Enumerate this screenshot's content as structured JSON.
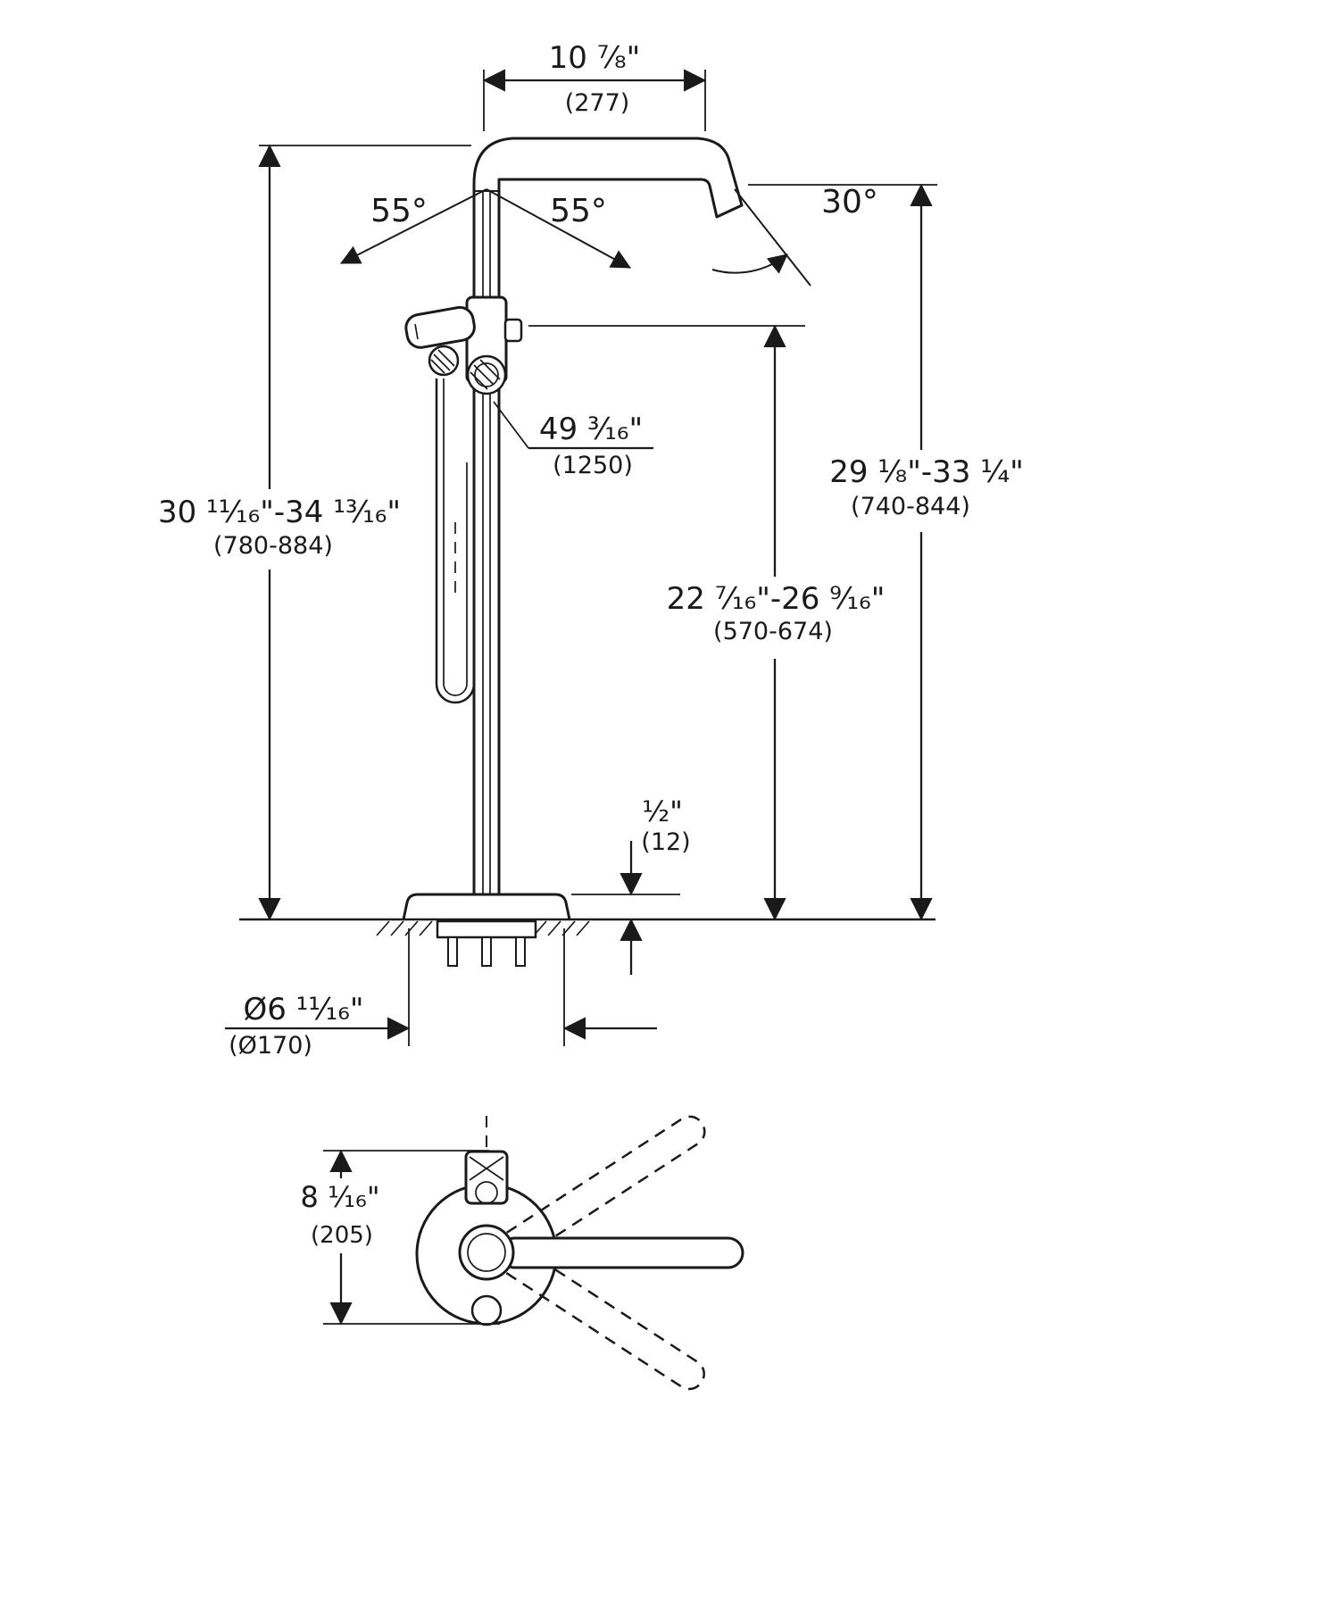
{
  "drawing": {
    "colors": {
      "line": "#1a1a1a",
      "background": "#ffffff"
    },
    "dims": {
      "spout_reach": {
        "imperial": "10 ⁷⁄₈\"",
        "metric": "(277)"
      },
      "handle_swing_left": "55°",
      "handle_swing_right": "55°",
      "spout_angle": "30°",
      "hose_length": {
        "imperial": "49 ³⁄₁₆\"",
        "metric": "(1250)"
      },
      "overall_height": {
        "imperial": "30 ¹¹⁄₁₆\"-34 ¹³⁄₁₆\"",
        "metric": "(780-884)"
      },
      "outlet_height": {
        "imperial": "29 ¹⁄₈\"-33 ¹⁄₄\"",
        "metric": "(740-844)"
      },
      "body_height": {
        "imperial": "22 ⁷⁄₁₆\"-26 ⁹⁄₁₆\"",
        "metric": "(570-674)"
      },
      "plate_thickness": {
        "imperial": "¹⁄₂\"",
        "metric": "(12)"
      },
      "base_diameter": {
        "imperial": "Ø6 ¹¹⁄₁₆\"",
        "metric": "(Ø170)"
      },
      "handle_projection": {
        "imperial": "8 ¹⁄₁₆\"",
        "metric": "(205)"
      }
    }
  }
}
